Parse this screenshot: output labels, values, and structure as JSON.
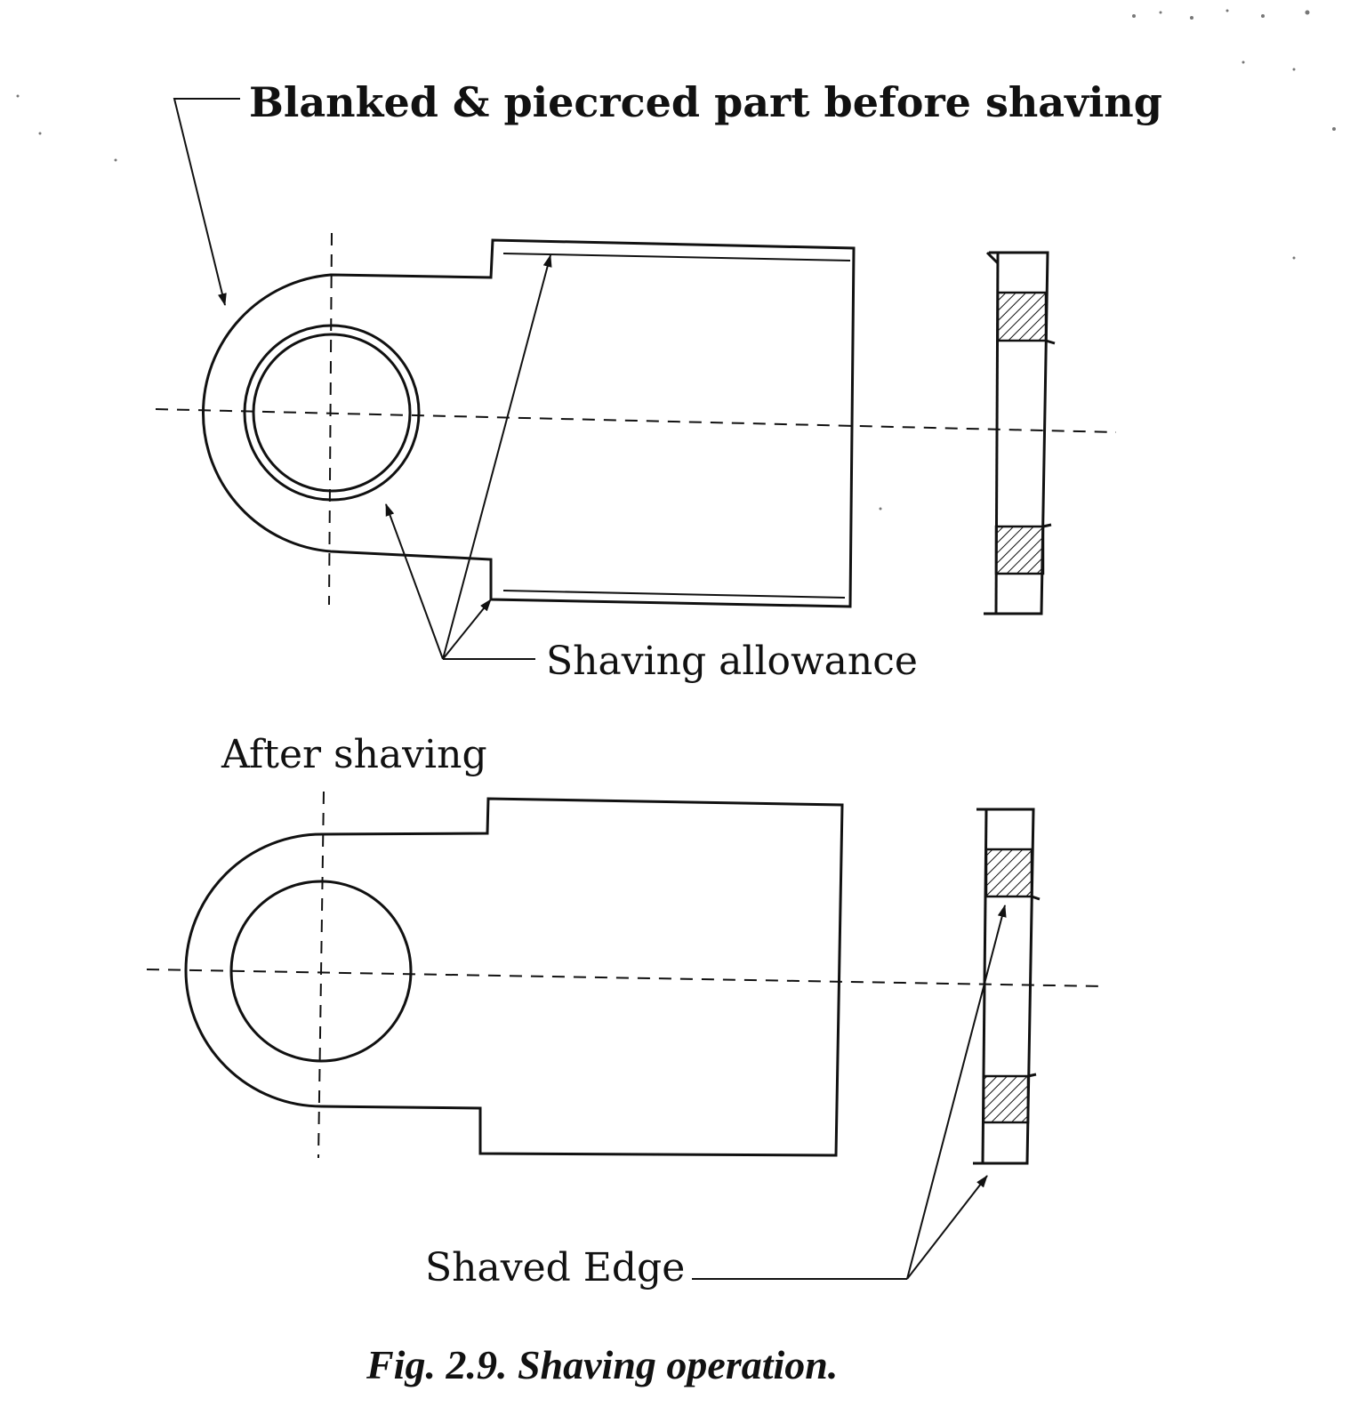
{
  "labels": {
    "before": "Blanked & piecrced part before shaving",
    "allowance": "Shaving allowance",
    "after": "After shaving",
    "shaved_edge": "Shaved Edge",
    "caption": "Fig. 2.9. Shaving operation."
  },
  "colors": {
    "ink": "#111111",
    "paper": "#ffffff"
  }
}
